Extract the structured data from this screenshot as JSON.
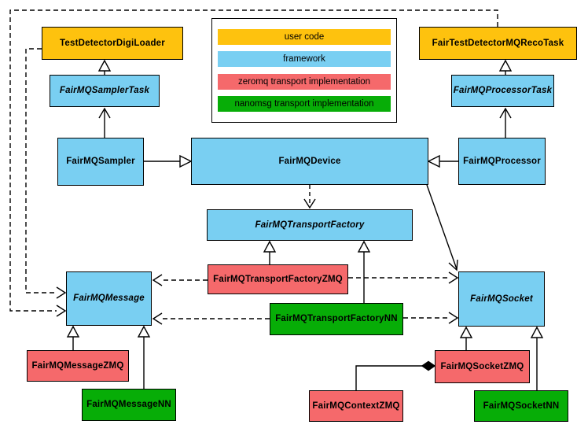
{
  "colors": {
    "user_code": "#fec20e",
    "framework": "#79cff2",
    "zeromq": "#f5696b",
    "nanomsg": "#07ad07",
    "line": "#000000",
    "background": "#ffffff"
  },
  "legend": {
    "items": [
      {
        "label": "user code",
        "color": "#fec20e"
      },
      {
        "label": "framework",
        "color": "#79cff2"
      },
      {
        "label": "zeromq transport implementation",
        "color": "#f5696b"
      },
      {
        "label": "nanomsg transport implementation",
        "color": "#07ad07"
      }
    ]
  },
  "nodes": {
    "test_detector_digi_loader": {
      "label": "TestDetectorDigiLoader",
      "layer": "user code",
      "abstract": false
    },
    "fair_test_detector_mq_reco_task": {
      "label": "FairTestDetectorMQRecoTask",
      "layer": "user code",
      "abstract": false
    },
    "fair_mq_sampler_task": {
      "label": "FairMQSamplerTask",
      "layer": "framework",
      "abstract": true
    },
    "fair_mq_processor_task": {
      "label": "FairMQProcessorTask",
      "layer": "framework",
      "abstract": true
    },
    "fair_mq_sampler": {
      "label": "FairMQSampler",
      "layer": "framework",
      "abstract": false
    },
    "fair_mq_device": {
      "label": "FairMQDevice",
      "layer": "framework",
      "abstract": false
    },
    "fair_mq_processor": {
      "label": "FairMQProcessor",
      "layer": "framework",
      "abstract": false
    },
    "fair_mq_transport_factory": {
      "label": "FairMQTransportFactory",
      "layer": "framework",
      "abstract": true
    },
    "fair_mq_transport_factory_zmq": {
      "label": "FairMQTransportFactoryZMQ",
      "layer": "zeromq",
      "abstract": false
    },
    "fair_mq_transport_factory_nn": {
      "label": "FairMQTransportFactoryNN",
      "layer": "nanomsg",
      "abstract": false
    },
    "fair_mq_message": {
      "label": "FairMQMessage",
      "layer": "framework",
      "abstract": true
    },
    "fair_mq_socket": {
      "label": "FairMQSocket",
      "layer": "framework",
      "abstract": true
    },
    "fair_mq_message_zmq": {
      "label": "FairMQMessageZMQ",
      "layer": "zeromq",
      "abstract": false
    },
    "fair_mq_message_nn": {
      "label": "FairMQMessageNN",
      "layer": "nanomsg",
      "abstract": false
    },
    "fair_mq_context_zmq": {
      "label": "FairMQContextZMQ",
      "layer": "zeromq",
      "abstract": false
    },
    "fair_mq_socket_zmq": {
      "label": "FairMQSocketZMQ",
      "layer": "zeromq",
      "abstract": false
    },
    "fair_mq_socket_nn": {
      "label": "FairMQSocketNN",
      "layer": "nanomsg",
      "abstract": false
    }
  },
  "edges": [
    {
      "from": "FairMQSamplerTask",
      "to": "TestDetectorDigiLoader",
      "type": "generalization",
      "style": "solid-hollow-triangle"
    },
    {
      "from": "FairMQSampler",
      "to": "FairMQSamplerTask",
      "type": "association",
      "style": "solid-open-arrow"
    },
    {
      "from": "FairMQProcessorTask",
      "to": "FairTestDetectorMQRecoTask",
      "type": "generalization",
      "style": "solid-hollow-triangle"
    },
    {
      "from": "FairMQProcessor",
      "to": "FairMQProcessorTask",
      "type": "association",
      "style": "solid-open-arrow"
    },
    {
      "from": "FairMQSampler",
      "to": "FairMQDevice",
      "type": "generalization",
      "style": "solid-hollow-triangle"
    },
    {
      "from": "FairMQProcessor",
      "to": "FairMQDevice",
      "type": "generalization",
      "style": "solid-hollow-triangle"
    },
    {
      "from": "FairMQDevice",
      "to": "FairMQTransportFactory",
      "type": "dependency",
      "style": "dashed-open-arrow"
    },
    {
      "from": "FairMQDevice",
      "to": "FairMQSocket",
      "type": "association",
      "style": "solid-open-arrow"
    },
    {
      "from": "FairMQTransportFactoryZMQ",
      "to": "FairMQTransportFactory",
      "type": "generalization",
      "style": "solid-hollow-triangle"
    },
    {
      "from": "FairMQTransportFactoryNN",
      "to": "FairMQTransportFactory",
      "type": "generalization",
      "style": "solid-hollow-triangle"
    },
    {
      "from": "FairMQTransportFactoryZMQ",
      "to": "FairMQMessage",
      "type": "dependency",
      "style": "dashed-open-arrow"
    },
    {
      "from": "FairMQTransportFactoryZMQ",
      "to": "FairMQSocket",
      "type": "dependency",
      "style": "dashed-open-arrow"
    },
    {
      "from": "FairMQTransportFactoryNN",
      "to": "FairMQMessage",
      "type": "dependency",
      "style": "dashed-open-arrow"
    },
    {
      "from": "FairMQTransportFactoryNN",
      "to": "FairMQSocket",
      "type": "dependency",
      "style": "dashed-open-arrow"
    },
    {
      "from": "TestDetectorDigiLoader",
      "to": "FairMQMessage",
      "type": "dependency",
      "style": "dashed-open-arrow"
    },
    {
      "from": "FairTestDetectorMQRecoTask",
      "to": "FairMQMessage",
      "type": "dependency",
      "style": "dashed-open-arrow"
    },
    {
      "from": "FairMQMessageZMQ",
      "to": "FairMQMessage",
      "type": "generalization",
      "style": "solid-hollow-triangle"
    },
    {
      "from": "FairMQMessageNN",
      "to": "FairMQMessage",
      "type": "generalization",
      "style": "solid-hollow-triangle"
    },
    {
      "from": "FairMQSocketZMQ",
      "to": "FairMQSocket",
      "type": "generalization",
      "style": "solid-hollow-triangle"
    },
    {
      "from": "FairMQSocketNN",
      "to": "FairMQSocket",
      "type": "generalization",
      "style": "solid-hollow-triangle"
    },
    {
      "from": "FairMQContextZMQ",
      "to": "FairMQSocketZMQ",
      "type": "composition",
      "style": "solid-filled-diamond"
    }
  ]
}
